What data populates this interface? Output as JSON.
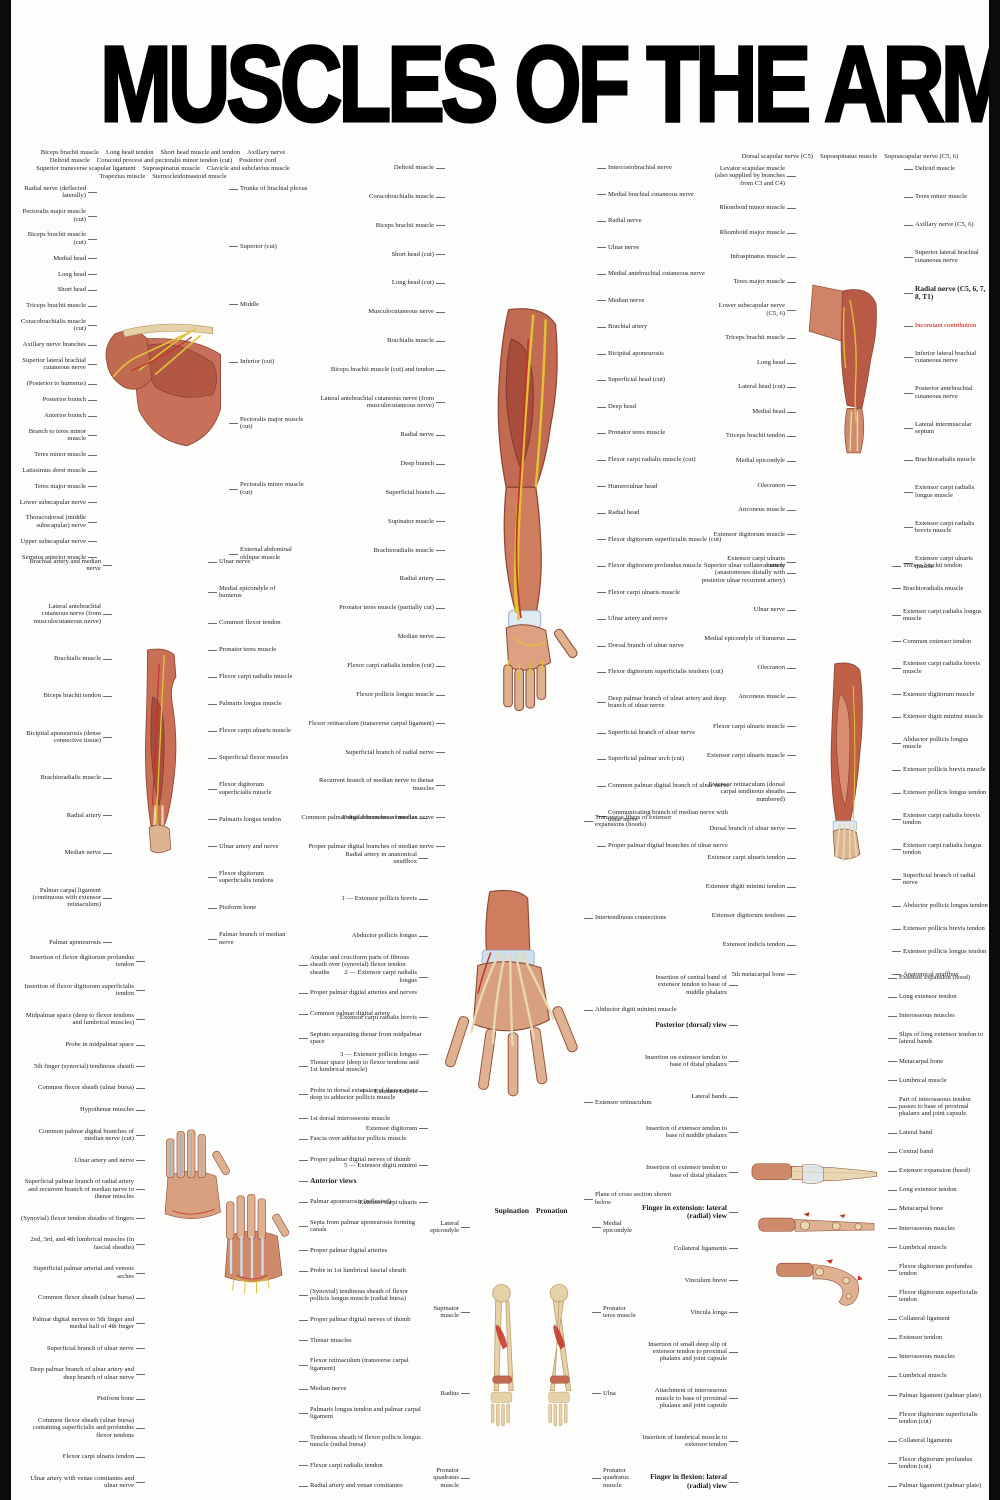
{
  "title": "MUSCLES OF THE ARM",
  "colors": {
    "title": "#000000",
    "muscle_red": "#b85a45",
    "muscle_light": "#d98f74",
    "tendon_bone_tan": "#e6d2a8",
    "nerve_yellow": "#e0c236",
    "artery_red": "#c23327",
    "sheath_blue": "#cfe0ec",
    "inconstant_note_red": "#cc0000"
  },
  "panels": {
    "shoulder_anterior": {
      "illustration": "shoulder-axilla-anterior-illustration",
      "art": "shoulderAnt",
      "top_labels": [
        "Biceps brachii muscle",
        "Long head tendon",
        "Short head muscle and tendon",
        "Axillary nerve",
        "Deltoid muscle",
        "Coracoid process and pectoralis minor tendon (cut)",
        "Posterior cord",
        "Superior transverse scapular ligament",
        "Supraspinatus muscle",
        "Clavicle and subclavius muscle",
        "Trapezius muscle",
        "Sternocleidomastoid muscle"
      ],
      "left_labels": [
        "Radial nerve (deflected laterally)",
        "Pectoralis major muscle (cut)",
        "Biceps brachii muscle (cut)",
        "Medial head",
        "Long head",
        "Short head",
        "Triceps brachii muscle",
        "Coracobrachialis muscle (cut)",
        "Axillary nerve branches",
        "Superior lateral brachial cutaneous nerve",
        "(Posterior to humerus)",
        "Posterior branch",
        "Anterior branch",
        "Branch to teres minor muscle",
        "Teres minor muscle",
        "Latissimus dorsi muscle",
        "Teres major muscle",
        "Lower subscapular nerve",
        "Thoracodorsal (middle subscapular) nerve",
        "Upper subscapular nerve",
        "Serratus anterior muscle"
      ],
      "right_labels": [
        "Trunks of brachial plexus",
        "Superior (cut)",
        "Middle",
        "Inferior (cut)",
        "Pectoralis major muscle (cut)",
        "Pectoralis minor muscle (cut)",
        "External abdominal oblique muscle"
      ]
    },
    "arm_anterior": {
      "illustration": "arm-anterior-illustration",
      "art": "armAnt",
      "left_labels": [
        "Deltoid muscle",
        "Coracobrachialis muscle",
        "Biceps brachii muscle",
        "Short head (cut)",
        "Long head (cut)",
        "Musculocutaneous nerve",
        "Brachialis muscle",
        "Biceps brachii muscle (cut) and tendon",
        "Lateral antebrachial cutaneous nerve (from musculocutaneous nerve)",
        "Radial nerve",
        "Deep branch",
        "Superficial branch",
        "Supinator muscle",
        "Brachioradialis muscle",
        "Radial artery",
        "Pronator teres muscle (partially cut)",
        "Median nerve",
        "Flexor carpi radialis tendon (cut)",
        "Flexor pollicis longus muscle",
        "Flexor retinaculum (transverse carpal ligament)",
        "Superficial branch of radial nerve",
        "Recurrent branch of median nerve to thenar muscles",
        "Common palmar digital branches of median nerve",
        "Proper palmar digital branches of median nerve"
      ],
      "right_labels": [
        "Intercostobrachial nerve",
        "Medial brachial cutaneous nerve",
        "Radial nerve",
        "Ulnar nerve",
        "Medial antebrachial cutaneous nerve",
        "Median nerve",
        "Brachial artery",
        "Bicipital aponeurosis",
        "Superficial head (cut)",
        "Deep head",
        "Pronator teres muscle",
        "Flexor carpi radialis muscle (cut)",
        "Humeroulnar head",
        "Radial head",
        "Flexor digitorum superficialis muscle (cut)",
        "Flexor digitorum profundus muscle",
        "Flexor carpi ulnaris muscle",
        "Ulnar artery and nerve",
        "Dorsal branch of ulnar nerve",
        "Flexor digitorum superficialis tendons (cut)",
        "Deep palmar branch of ulnar artery and deep branch of ulnar nerve",
        "Superficial branch of ulnar nerve",
        "Superficial palmar arch (cut)",
        "Common palmar digital branch of ulnar nerve",
        "Communicating branch of median nerve with ulnar nerve",
        "Proper palmar digital branches of ulnar nerve"
      ]
    },
    "shoulder_posterior": {
      "illustration": "shoulder-arm-posterior-illustration",
      "art": "shoulderPost",
      "top_labels": [
        "Dorsal scapular nerve (C5)",
        "Supraspinatus muscle",
        "Suprascapular nerve (C5, 6)"
      ],
      "left_labels": [
        "Levator scapulae muscle (also supplied by branches from C3 and C4)",
        "Rhomboid minor muscle",
        "Rhomboid major muscle",
        "Infraspinatus muscle",
        "Teres major muscle",
        "Lower subscapular nerve (C5, 6)",
        "Triceps brachii muscle",
        "Long head",
        "Lateral head (cut)",
        "Medial head",
        "Triceps brachii tendon",
        "Medial epicondyle",
        "Olecranon",
        "Anconeus muscle",
        "Extensor digitorum muscle",
        "Extensor carpi ulnaris muscle"
      ],
      "right_labels": [
        "Deltoid muscle",
        "Teres minor muscle",
        "Axillary nerve (C5, 6)",
        "Superior lateral brachial cutaneous nerve",
        {
          "t": "Radial nerve (C5, 6, 7, 8, T1)",
          "b": 1
        },
        {
          "t": "Inconstant contribution",
          "c": "#cc0000"
        },
        "Inferior lateral brachial cutaneous nerve",
        "Posterior antebrachial cutaneous nerve",
        "Lateral intermuscular septum",
        "Brachioradialis muscle",
        "Extensor carpi radialis longus muscle",
        "Extensor carpi radialis brevis muscle",
        "Extensor carpi ulnaris muscle"
      ]
    },
    "forearm_anterior": {
      "illustration": "forearm-anterior-illustration",
      "art": "forearmAnt",
      "left_labels": [
        "Brachial artery and median nerve",
        "Lateral antebrachial cutaneous nerve (from musculocutaneous nerve)",
        "Brachialis muscle",
        "Biceps brachii tendon",
        "Bicipital aponeurosis (dense connective tissue)",
        "Brachioradialis muscle",
        "Radial artery",
        "Median nerve",
        "Palmar carpal ligament (continuous with extensor retinaculum)",
        "Palmar aponeurosis"
      ],
      "right_labels": [
        "Ulnar nerve",
        "Medial epicondyle of humerus",
        "Common flexor tendon",
        "Pronator teres muscle",
        "Flexor carpi radialis muscle",
        "Palmaris longus muscle",
        "Flexor carpi ulnaris muscle",
        "Superficial flexor muscles",
        "Flexor digitorum superficialis muscle",
        "Palmaris longus tendon",
        "Ulnar artery and nerve",
        "Flexor digitorum superficialis tendons",
        "Pisiform bone",
        "Palmar branch of median nerve"
      ]
    },
    "forearm_posterior": {
      "illustration": "forearm-posterior-illustration",
      "art": "forearmPost",
      "left_labels": [
        "Superior ulnar collateral artery (anastomoses distally with posterior ulnar recurrent artery)",
        "Ulnar nerve",
        "Medial epicondyle of humerus",
        "Olecranon",
        "Anconeus muscle",
        "Flexor carpi ulnaris muscle",
        "Extensor carpi ulnaris muscle",
        "Extensor retinaculum (dorsal carpal tendinous sheaths numbered)",
        "Dorsal branch of ulnar nerve",
        "Extensor carpi ulnaris tendon",
        "Extensor digiti minimi tendon",
        "Extensor digitorum tendons",
        "Extensor indicis tendon",
        "5th metacarpal bone"
      ],
      "right_labels": [
        "Triceps brachii tendon",
        "Brachioradialis muscle",
        "Extensor carpi radialis longus muscle",
        "Common extensor tendon",
        "Extensor carpi radialis brevis muscle",
        "Extensor digitorum muscle",
        "Extensor digiti minimi muscle",
        "Abductor pollicis longus muscle",
        "Extensor pollicis brevis muscle",
        "Extensor pollicis longus tendon",
        "Extensor carpi radialis brevis tendon",
        "Extensor carpi radialis longus tendon",
        "Superficial branch of radial nerve",
        "Abductor pollicis longus tendon",
        "Extensor pollicis brevis tendon",
        "Extensor pollicis longus tendon",
        "Anatomical snuffbox"
      ]
    },
    "hand_dorsal": {
      "illustration": "hand-dorsal-illustration",
      "art": "handDorsal",
      "left_labels": [
        "Dorsal interosseous muscles",
        "Radial artery in anatomical snuffbox",
        "1 — Extensor pollicis brevis",
        "Abductor pollicis longus",
        "2 — Extensor carpi radialis longus",
        "Extensor carpi radialis brevis",
        "3 — Extensor pollicis longus",
        "4 — Extensor indicis",
        "Extensor digitorum",
        "5 — Extensor digiti minimi",
        "Extensor carpi ulnaris"
      ],
      "right_labels": [
        "Transverse fibers of extensor expansions (hoods)",
        "Intertendinous connections",
        "Abductor digiti minimi muscle",
        "Extensor retinaculum",
        "Plane of cross section shown below"
      ]
    },
    "hand_palmar": {
      "illustration": "hand-palmar-illustration",
      "art": "handPalmar",
      "left_labels": [
        "Insertion of flexor digitorum profundus tendon",
        "Insertion of flexor digitorum superficialis tendon",
        "Midpalmar space (deep to flexor tendons and lumbrical muscles)",
        "Probe in midpalmar space",
        "5th finger (synovial) tendinous sheath",
        "Common flexor sheath (ulnar bursa)",
        "Hypothenar muscles",
        "Common palmar digital branches of median nerve (cut)",
        "Ulnar artery and nerve",
        "Superficial palmar branch of radial artery and recurrent branch of median nerve to thenar muscles",
        "(Synovial) flexor tendon sheaths of fingers",
        "2nd, 3rd, and 4th lumbrical muscles (in fascial sheaths)",
        "Superficial palmar arterial and venous arches",
        "Common flexor sheath (ulnar bursa)",
        "Palmar digital nerves to 5th finger and medial half of 4th finger",
        "Superficial branch of ulnar nerve",
        "Deep palmar branch of ulnar artery and deep branch of ulnar nerve",
        "Pisiform bone",
        "Common flexor sheath (ulnar bursa) containing superficialis and profundus flexor tendons",
        "Flexor carpi ulnaris tendon",
        "Ulnar artery with venae comitantes and ulnar nerve"
      ],
      "right_labels": [
        "Anular and cruciform parts of fibrous sheath over (synovial) flexor tendon sheaths",
        "Proper palmar digital arteries and nerves",
        "Common palmar digital artery",
        "Septum separating thenar from midpalmar space",
        "Thenar space (deep to flexor tendons and 1st lumbrical muscle)",
        "Probe in dorsal extension of thenar space deep to adductor pollicis muscle",
        "1st dorsal interosseous muscle",
        "Fascia over adductor pollicis muscle",
        "Proper palmar digital nerves of thumb",
        {
          "t": "Anterior views",
          "b": 1
        },
        "Palmar aponeurosis (reflected)",
        "Septa from palmar aponeurosis forming canals",
        "Proper palmar digital arteries",
        "Probe in 1st lumbrical fascial sheath",
        "(Synovial) tendinous sheath of flexor pollicis longus muscle (radial bursa)",
        "Proper palmar digital nerves of thumb",
        "Thenar muscles",
        "Flexor retinaculum (transverse carpal ligament)",
        "Median nerve",
        "Palmaris longus tendon and palmar carpal ligament",
        "Tendinous sheath of flexor pollicis longus muscle (radial bursa)",
        "Flexor carpi radialis tendon",
        "Radial artery and venae comitantes"
      ]
    },
    "forearm_rotation": {
      "illustration": "forearm-rotation-bones-illustration",
      "art": "bonesPair",
      "top_labels": [
        {
          "t": "Supination",
          "b": 1
        },
        {
          "t": "Pronation",
          "b": 1
        }
      ],
      "left_labels": [
        "Lateral epicondyle",
        "Supinator muscle",
        "Radius",
        "Pronator quadratus muscle"
      ],
      "right_labels": [
        "Medial epicondyle",
        "Pronator teres muscle",
        "Ulna",
        "Pronator quadratus muscle"
      ]
    },
    "finger_mechanism": {
      "illustration": "finger-extensor-mechanism-illustration",
      "art": "fingersArt",
      "left_labels": [
        "Insertion of central band of extensor tendon to base of middle phalanx",
        {
          "t": "Posterior (dorsal) view",
          "b": 1
        },
        "Insertion on extensor tendon to base of distal phalanx",
        "Lateral bands",
        "Insertion of extensor tendon to base of middle phalanx",
        "Insertion of extensor tendon to base of distal phalanx",
        {
          "t": "Finger in extension: lateral (radial) view",
          "b": 1
        },
        "Collateral ligaments",
        "Vinculum breve",
        "Vincula longa",
        "Insertion of small deep slip of extensor tendon to proximal phalanx and joint capsule",
        "Attachment of interosseous muscle to base of proximal phalanx and joint capsule",
        "Insertion of lumbrical muscle to extensor tendon",
        {
          "t": "Finger in flexion: lateral (radial) view",
          "b": 1
        }
      ],
      "right_labels": [
        "Extensor expansion (hood)",
        "Long extensor tendon",
        "Interosseous muscles",
        "Slips of long extensor tendon to lateral bands",
        "Metacarpal bone",
        "Lumbrical muscle",
        "Part of interosseous tendon passes to base of proximal phalanx and joint capsule",
        "Lateral band",
        "Central band",
        "Extensor expansion (hood)",
        "Long extensor tendon",
        "Metacarpal bone",
        "Interosseous muscles",
        "Lumbrical muscle",
        "Flexor digitorum profundus tendon",
        "Flexor digitorum superficialis tendon",
        "Collateral ligament",
        "Extensor tendon",
        "Interosseous muscles",
        "Lumbrical muscle",
        "Palmar ligament (palmar plate)",
        "Flexor digitorum superficialis tendon (cut)",
        "Collateral ligaments",
        "Flexor digitorum profundus tendon (cut)",
        "Palmar ligament (palmar plate)"
      ]
    }
  }
}
